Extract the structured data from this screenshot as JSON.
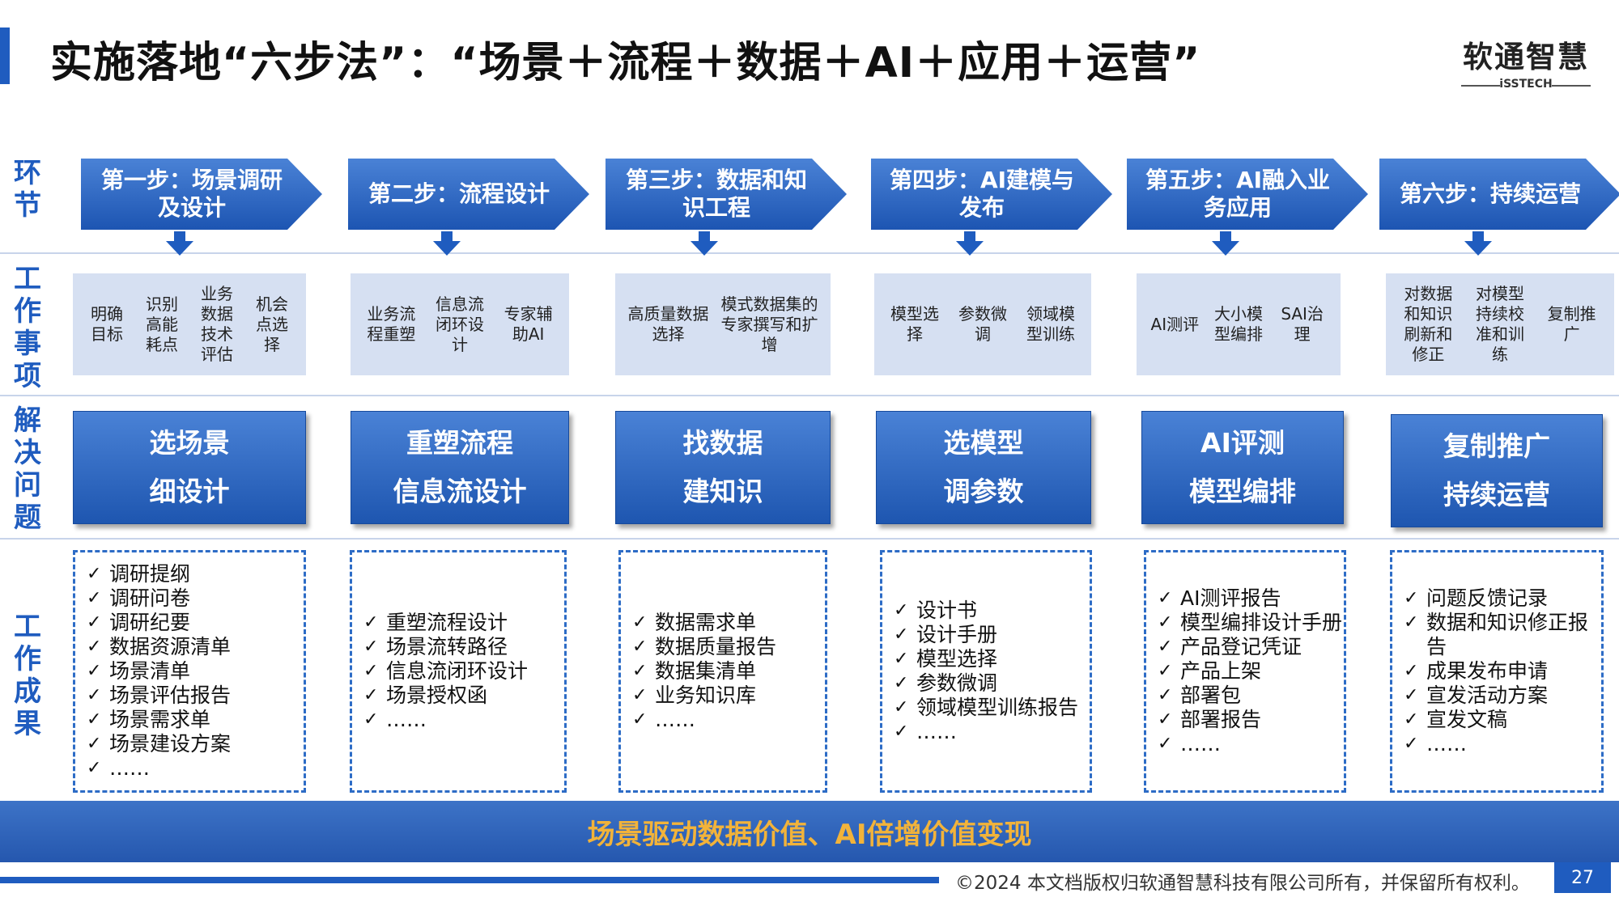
{
  "title": "实施落地“六步法”：“场景＋流程＋数据＋AI＋应用＋运营”",
  "logo": {
    "name": "软通智慧",
    "sub": "iSSTECH"
  },
  "row_labels": [
    "环节",
    "工作事项",
    "解决问题",
    "工作成果"
  ],
  "colors": {
    "primary": "#1f5cbf",
    "light_box": "#d6e0f2",
    "banner_text": "#f2b33a"
  },
  "steps": [
    {
      "title": "第一步：场景调研及设计",
      "items": [
        "明确目标",
        "识别高能耗点",
        "业务数据技术评估",
        "机会点选择"
      ],
      "problem": [
        "选场景",
        "细设计"
      ],
      "results": [
        "调研提纲",
        "调研问卷",
        "调研纪要",
        "数据资源清单",
        "场景清单",
        "场景评估报告",
        "场景需求单",
        "场景建设方案",
        "……"
      ]
    },
    {
      "title": "第二步：流程设计",
      "items": [
        "业务流程重塑",
        "信息流闭环设计",
        "专家辅助AI"
      ],
      "problem": [
        "重塑流程",
        "信息流设计"
      ],
      "results": [
        "重塑流程设计",
        "场景流转路径",
        "信息流闭环设计",
        "场景授权函",
        "……"
      ]
    },
    {
      "title": "第三步：数据和知识工程",
      "items": [
        "高质量数据选择",
        "模式数据集的专家撰写和扩增"
      ],
      "problem": [
        "找数据",
        "建知识"
      ],
      "results": [
        "数据需求单",
        "数据质量报告",
        "数据集清单",
        "业务知识库",
        "……"
      ]
    },
    {
      "title": "第四步：AI建模与发布",
      "items": [
        "模型选择",
        "参数微调",
        "领域模型训练"
      ],
      "problem": [
        "选模型",
        "调参数"
      ],
      "results": [
        "设计书",
        "设计手册",
        "模型选择",
        "参数微调",
        "领域模型训练报告",
        "……"
      ]
    },
    {
      "title": "第五步：AI融入业务应用",
      "items": [
        "AI测评",
        "大小模型编排",
        "SAI治理"
      ],
      "problem": [
        "AI评测",
        "模型编排"
      ],
      "results": [
        "AI测评报告",
        "模型编排设计手册",
        "产品登记凭证",
        "产品上架",
        "部署包",
        "部署报告",
        "……"
      ]
    },
    {
      "title": "第六步：持续运营",
      "items": [
        "对数据和知识刷新和修正",
        "对模型持续校准和训练",
        "复制推广"
      ],
      "problem": [
        "复制推广",
        "持续运营"
      ],
      "results": [
        "问题反馈记录",
        "数据和知识修正报告",
        "成果发布申请",
        "宣发活动方案",
        "宣发文稿",
        "……"
      ]
    }
  ],
  "banner": "场景驱动数据价值、AI倍增价值变现",
  "footer": "©2024 本文档版权归软通智慧科技有限公司所有，并保留所有权利。",
  "page_number": "27"
}
